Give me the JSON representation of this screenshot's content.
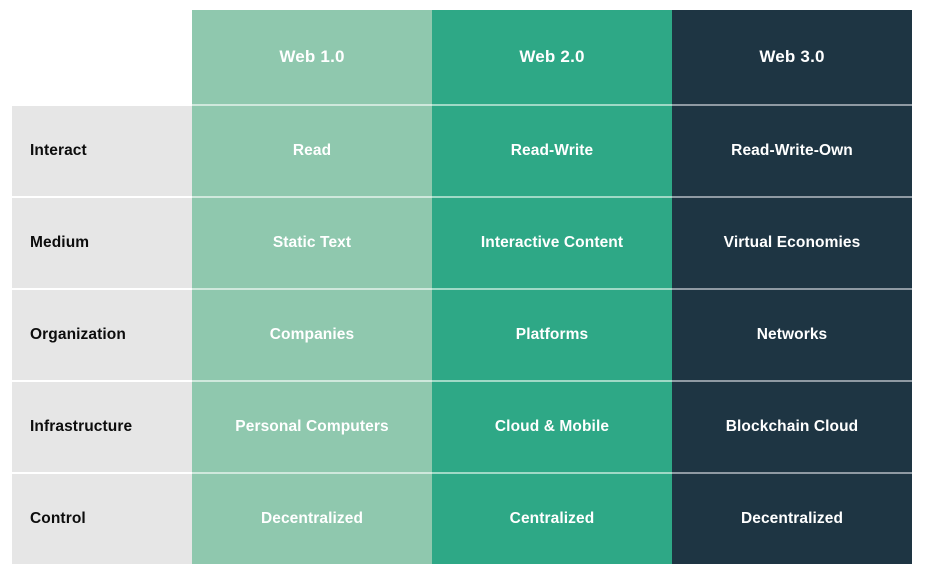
{
  "table": {
    "corner_label": "",
    "columns": [
      {
        "id": "web1",
        "label": "Web 1.0",
        "bg": "#8fc8ae",
        "text_color": "#ffffff"
      },
      {
        "id": "web2",
        "label": "Web 2.0",
        "bg": "#2ea886",
        "text_color": "#ffffff"
      },
      {
        "id": "web3",
        "label": "Web 3.0",
        "bg": "#1e3543",
        "text_color": "#ffffff"
      }
    ],
    "row_label_bg": "#e6e6e6",
    "row_label_color": "#0d0d0d",
    "page_bg": "#ffffff",
    "rows": [
      {
        "label": "Interact",
        "cells": [
          "Read",
          "Read-Write",
          "Read-Write-Own"
        ]
      },
      {
        "label": "Medium",
        "cells": [
          "Static Text",
          "Interactive Content",
          "Virtual Economies"
        ]
      },
      {
        "label": "Organization",
        "cells": [
          "Companies",
          "Platforms",
          "Networks"
        ]
      },
      {
        "label": "Infrastructure",
        "cells": [
          "Personal Computers",
          "Cloud & Mobile",
          "Blockchain Cloud"
        ]
      },
      {
        "label": "Control",
        "cells": [
          "Decentralized",
          "Centralized",
          "Decentralized"
        ]
      }
    ]
  }
}
